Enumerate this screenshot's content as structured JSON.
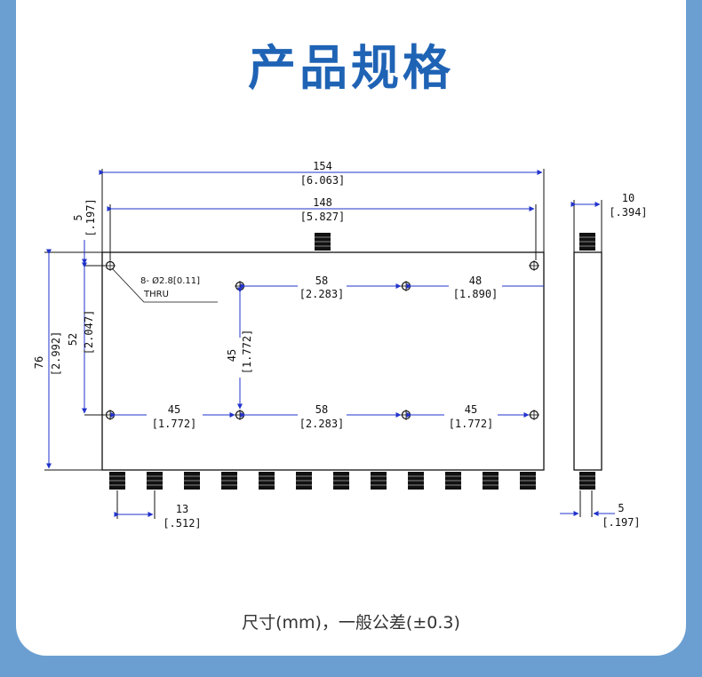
{
  "title": "产品规格",
  "footer": "尺寸(mm)，一般公差(±0.3)",
  "dimensions": {
    "overall_width_mm": "154",
    "overall_width_in": "[6.063]",
    "hole_span_mm": "148",
    "hole_span_in": "[5.827]",
    "top_offset_mm": "5",
    "top_offset_in": "[.197]",
    "height_mm": "76",
    "height_in": "[2.992]",
    "hole_vertical_mm": "52",
    "hole_vertical_in": "[2.047]",
    "hole_note": "8- Ø2.8[0.11]",
    "hole_note_2": "THRU",
    "top_mid_mm": "58",
    "top_mid_in": "[2.283]",
    "top_right_mm": "48",
    "top_right_in": "[1.890]",
    "inner_vertical_mm": "45",
    "inner_vertical_in": "[1.772]",
    "bottom_left_mm": "45",
    "bottom_left_in": "[1.772]",
    "bottom_mid_mm": "58",
    "bottom_mid_in": "[2.283]",
    "bottom_right_mm": "45",
    "bottom_right_in": "[1.772]",
    "pitch_mm": "13",
    "pitch_in": "[.512]",
    "side_depth_mm": "10",
    "side_depth_in": "[.394]",
    "side_connector_mm": "5",
    "side_connector_in": "[.197]"
  },
  "colors": {
    "accent": "#1f63b5",
    "background": "#6b9fd1",
    "dimension_line": "#2233cc"
  }
}
